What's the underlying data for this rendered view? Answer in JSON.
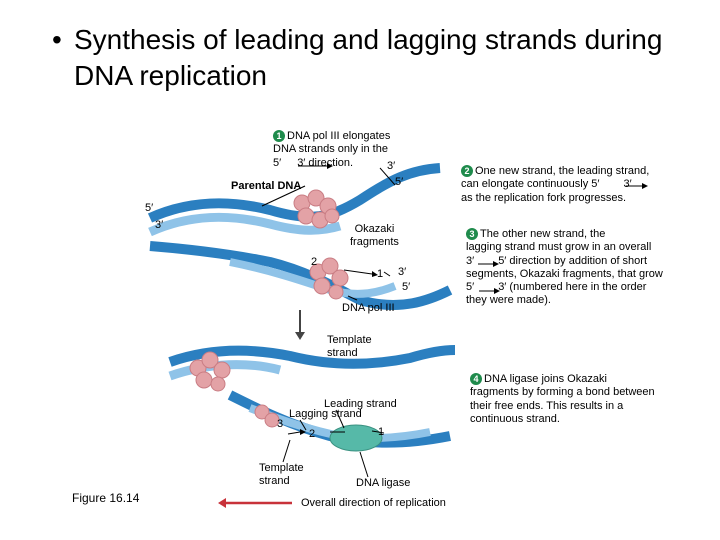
{
  "title": {
    "bullet": "•",
    "text": "Synthesis of leading and lagging strands during DNA replication"
  },
  "step1": {
    "num": "1",
    "line1": "DNA pol III elongates",
    "line2": "DNA strands only in the",
    "line3_a": "5′",
    "line3_b": "3′ direction."
  },
  "step2": {
    "num": "2",
    "line1": "One new strand, the leading strand,",
    "line2_a": "can elongate continuously  5′",
    "line2_b": "3′",
    "line3": "as the replication fork progresses."
  },
  "step3": {
    "num": "3",
    "line1": "The other new strand, the",
    "line2": "lagging strand must grow in an overall",
    "line3_a": "3′",
    "line3_b": "5′ direction by addition of short",
    "line4": "segments, Okazaki fragments, that grow",
    "line5_a": "5′",
    "line5_b": "3′ (numbered here in the order",
    "line6": "they were made)."
  },
  "step4": {
    "num": "4",
    "line1": "DNA ligase joins Okazaki",
    "line2": "fragments by forming a bond between",
    "line3": "their free ends. This results in a",
    "line4": "continuous strand."
  },
  "labels": {
    "parental_dna": "Parental DNA",
    "top_3prime": "3′",
    "top_5prime": "5′",
    "left_5prime": "5′",
    "left_3prime": "3′",
    "okazaki_fragments": "Okazaki\nfragments",
    "frag_2": "2",
    "frag_1": "1",
    "mid_3prime": "3′",
    "mid_5prime": "5′",
    "dna_pol_iii": "DNA pol III",
    "template_strand_top": "Template\nstrand",
    "leading_strand": "Leading strand",
    "lagging_strand": "Lagging strand",
    "bot_frag_3": "3",
    "bot_frag_2": "2",
    "bot_frag_1": "1",
    "template_strand_bottom": "Template\nstrand",
    "dna_ligase": "DNA ligase",
    "overall_direction": "Overall direction of replication",
    "figure": "Figure 16.14"
  },
  "colors": {
    "strand_blue": "#2b7fc0",
    "strand_light": "#8fc3e8",
    "polymerase_red": "#e3a2a6",
    "ligase_teal": "#56b9a8",
    "arrow_red": "#c8323a",
    "step_green": "#1f8b4c"
  }
}
